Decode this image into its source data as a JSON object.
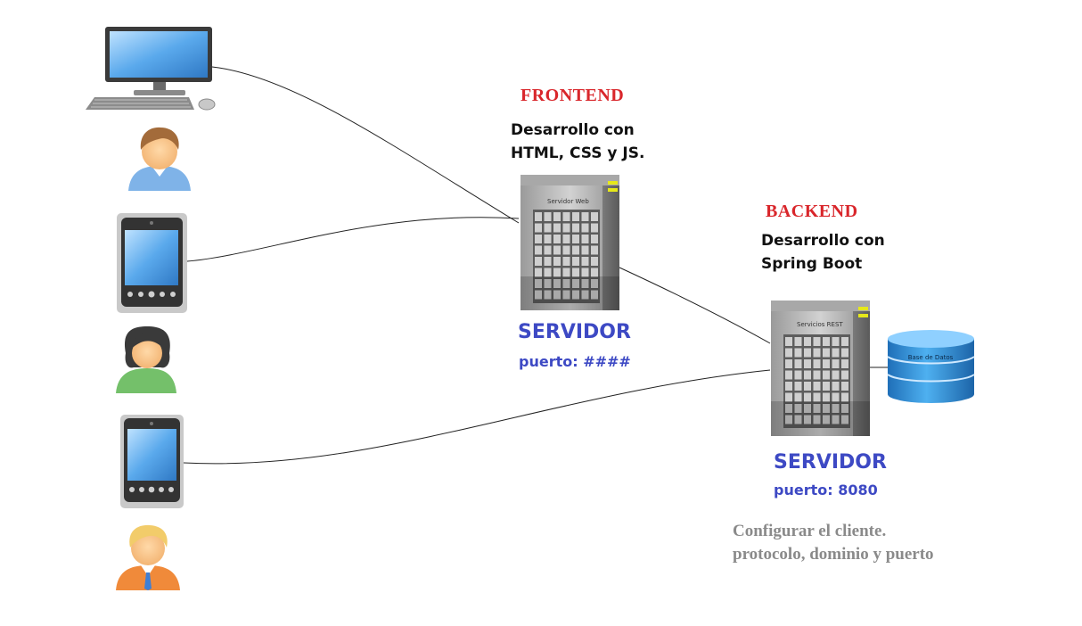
{
  "frontend": {
    "heading": "FRONTEND",
    "desc_line1": "Desarrollo con",
    "desc_line2": "HTML, CSS y JS.",
    "server_caption": "Servidor Web",
    "server_title": "SERVIDOR",
    "server_port": "puerto: ####"
  },
  "backend": {
    "heading": "BACKEND",
    "desc_line1": "Desarrollo con",
    "desc_line2": "Spring Boot",
    "server_caption": "Servicios REST",
    "server_title": "SERVIDOR",
    "server_port": "puerto: 8080"
  },
  "database": {
    "label": "Base de Datos"
  },
  "note": {
    "line1": "Configurar el cliente.",
    "line2": "protocolo, dominio y puerto"
  },
  "clients": [
    {
      "kind": "desktop-computer"
    },
    {
      "kind": "user-man"
    },
    {
      "kind": "tablet"
    },
    {
      "kind": "user-woman"
    },
    {
      "kind": "tablet"
    },
    {
      "kind": "user-blond"
    }
  ],
  "colors": {
    "heading_red": "#d9262b",
    "server_blue": "#3d49c4",
    "note_gray": "#8a8a8a",
    "database_blue": "#2f8fd8"
  }
}
